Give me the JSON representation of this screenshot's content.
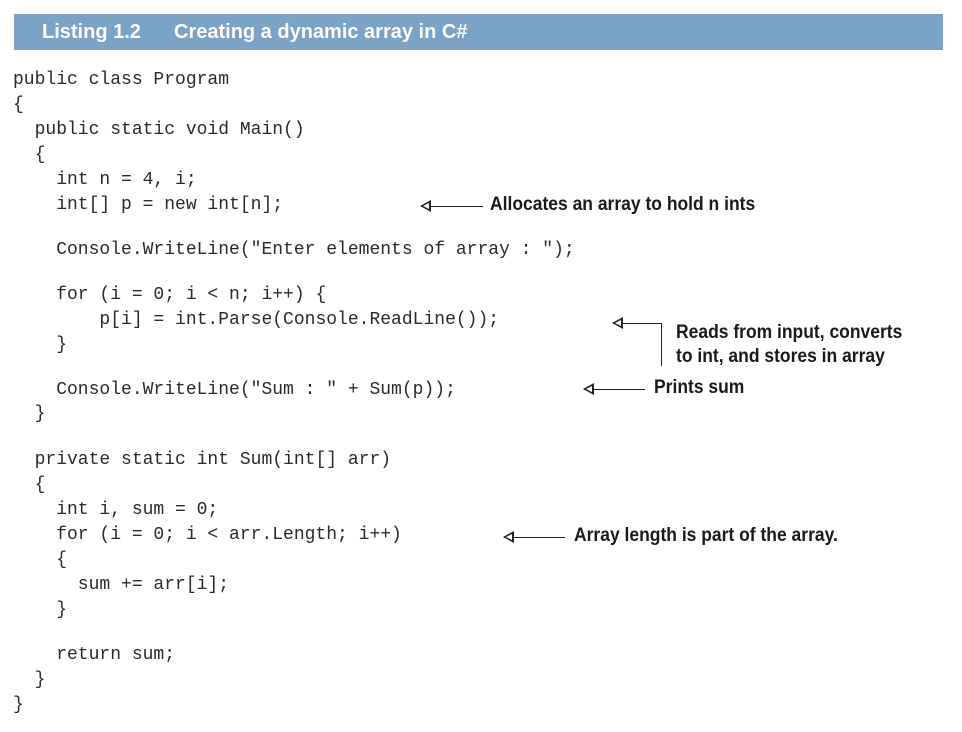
{
  "listing": {
    "number": "Listing 1.2",
    "title": "Creating a dynamic array in C#"
  },
  "code_lines": [
    "public class Program",
    "{",
    "  public static void Main()",
    "  {",
    "    int n = 4, i;",
    "    int[] p = new int[n];",
    "    Console.WriteLine(\"Enter elements of array : \");",
    "    for (i = 0; i < n; i++) {",
    "        p[i] = int.Parse(Console.ReadLine());",
    "    }",
    "    Console.WriteLine(\"Sum : \" + Sum(p));",
    "  }",
    "  private static int Sum(int[] arr)",
    "  {",
    "    int i, sum = 0;",
    "    for (i = 0; i < arr.Length; i++)",
    "    {",
    "      sum += arr[i];",
    "    }",
    "    return sum;",
    "  }",
    "}"
  ],
  "annotations": {
    "allocates": "Allocates an array to hold n ints",
    "reads_line1": "Reads from input, converts",
    "reads_line2": "to int, and stores in array",
    "prints_sum": "Prints sum",
    "array_length": "Array length is part of the array."
  },
  "colors": {
    "header_background": "#7aa3c6",
    "header_text": "#ffffff"
  }
}
